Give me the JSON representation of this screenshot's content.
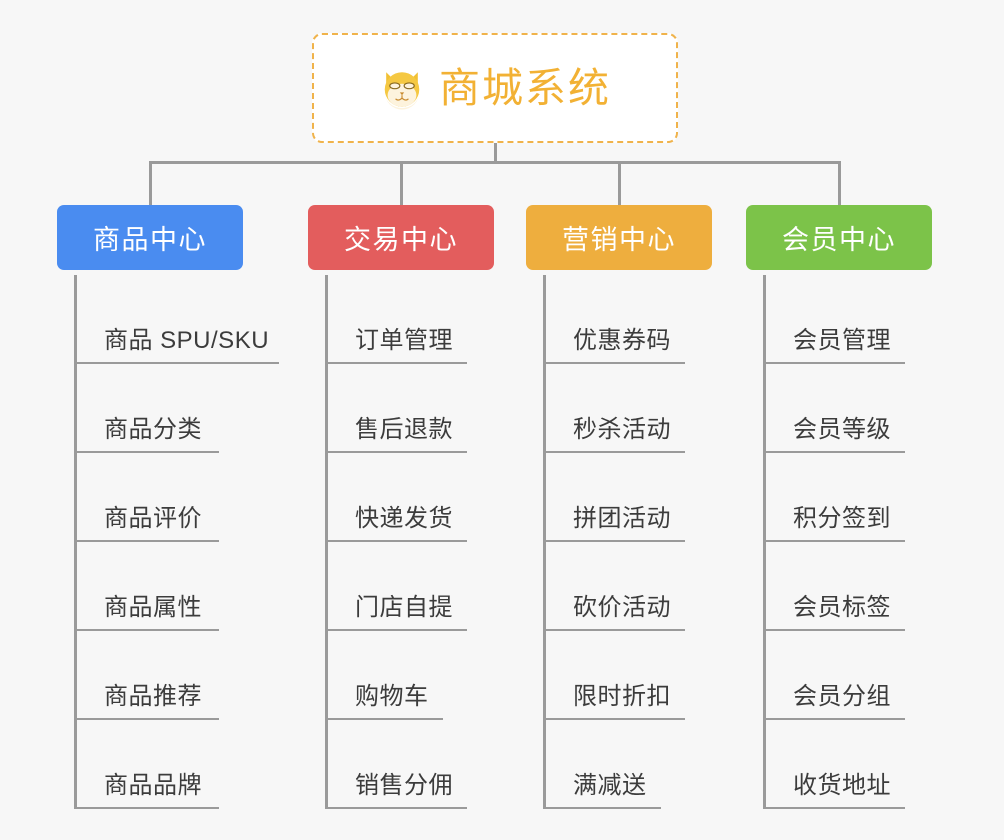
{
  "diagram": {
    "title": "商城系统",
    "root": {
      "label": "商城系统",
      "icon": "shiba-dog-face-icon",
      "text_color": "#f2b134",
      "border_color": "#f0b34b",
      "background": "#ffffff"
    },
    "background_color": "#f7f7f7",
    "connector_color": "#9a9a9a",
    "columns": [
      {
        "label": "商品中心",
        "color": "#4a8cf0",
        "width": 186,
        "items": [
          {
            "label": "商品 SPU/SKU",
            "underline_width": 205
          },
          {
            "label": "商品分类",
            "underline_width": 145
          },
          {
            "label": "商品评价",
            "underline_width": 145
          },
          {
            "label": "商品属性",
            "underline_width": 145
          },
          {
            "label": "商品推荐",
            "underline_width": 145
          },
          {
            "label": "商品品牌",
            "underline_width": 145
          }
        ]
      },
      {
        "label": "交易中心",
        "color": "#e35d5d",
        "width": 186,
        "items": [
          {
            "label": "订单管理",
            "underline_width": 142
          },
          {
            "label": "售后退款",
            "underline_width": 142
          },
          {
            "label": "快递发货",
            "underline_width": 142
          },
          {
            "label": "门店自提",
            "underline_width": 142
          },
          {
            "label": "购物车",
            "underline_width": 118
          },
          {
            "label": "销售分佣",
            "underline_width": 142
          }
        ]
      },
      {
        "label": "营销中心",
        "color": "#eeae3e",
        "width": 186,
        "items": [
          {
            "label": "优惠券码",
            "underline_width": 142
          },
          {
            "label": "秒杀活动",
            "underline_width": 142
          },
          {
            "label": "拼团活动",
            "underline_width": 142
          },
          {
            "label": "砍价活动",
            "underline_width": 142
          },
          {
            "label": "限时折扣",
            "underline_width": 142
          },
          {
            "label": "满减送",
            "underline_width": 118
          }
        ]
      },
      {
        "label": "会员中心",
        "color": "#7cc349",
        "width": 186,
        "items": [
          {
            "label": "会员管理",
            "underline_width": 142
          },
          {
            "label": "会员等级",
            "underline_width": 142
          },
          {
            "label": "积分签到",
            "underline_width": 142
          },
          {
            "label": "会员标签",
            "underline_width": 142
          },
          {
            "label": "会员分组",
            "underline_width": 142
          },
          {
            "label": "收货地址",
            "underline_width": 142
          }
        ]
      }
    ]
  }
}
